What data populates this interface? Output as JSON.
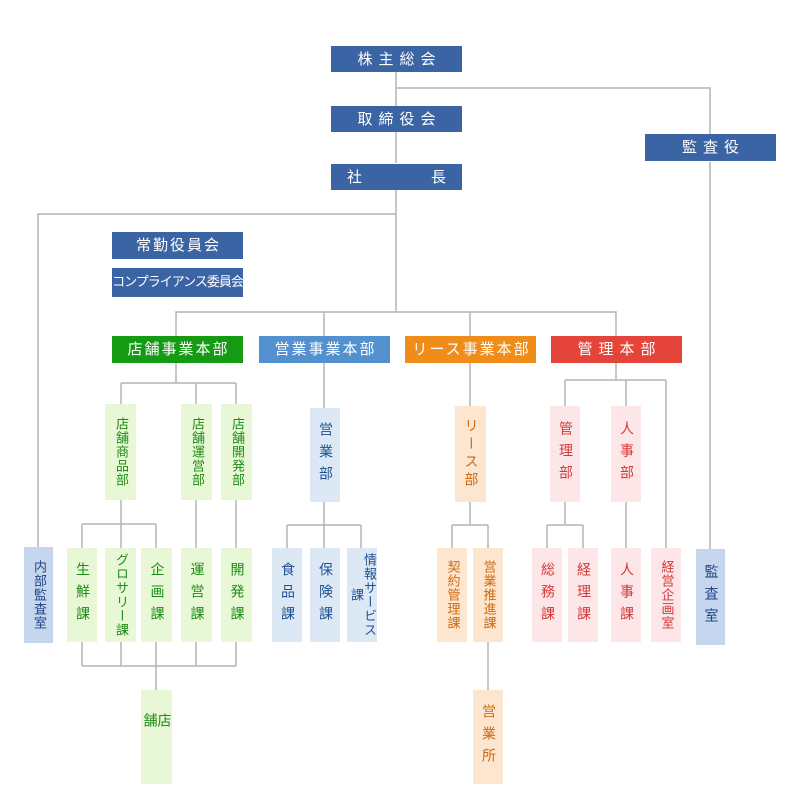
{
  "top": {
    "shareholders": "株主総会",
    "board": "取締役会",
    "auditors": "監査役",
    "president": "社長",
    "committee_exec": "常勤役員会",
    "committee_compliance": "コンプライアンス委員会"
  },
  "divisions": {
    "store": "店舗事業本部",
    "sales": "営業事業本部",
    "lease": "リース事業本部",
    "admin": "管理本部"
  },
  "departments": {
    "store_products": "店舗商品部",
    "store_operations": "店舗運営部",
    "store_development": "店舗開発部",
    "sales_dept": "営業部",
    "lease_dept": "リース部",
    "admin_dept": "管理部",
    "hr_dept": "人事部"
  },
  "sections": {
    "internal_audit": "内部監査室",
    "fresh": "生鮮課",
    "grocery": "グロサリー課",
    "planning": "企画課",
    "operations": "運営課",
    "development": "開発課",
    "food": "食品課",
    "insurance": "保険課",
    "info_services": "情報サービス課",
    "contract_management": "契約管理課",
    "sales_promotion": "営業推進課",
    "general_affairs": "総務課",
    "accounting": "経理課",
    "personnel": "人事課",
    "corporate_planning": "経営企画室",
    "audit_office": "監査室"
  },
  "bottom": {
    "stores": "店舗",
    "sales_offices": "営業所"
  },
  "colors": {
    "line": "#b4b4b4",
    "top_box": "#3b64a4",
    "store_division": "#159a14",
    "sales_division": "#5290d0",
    "lease_division": "#f08c1a",
    "admin_division": "#e5443a"
  }
}
